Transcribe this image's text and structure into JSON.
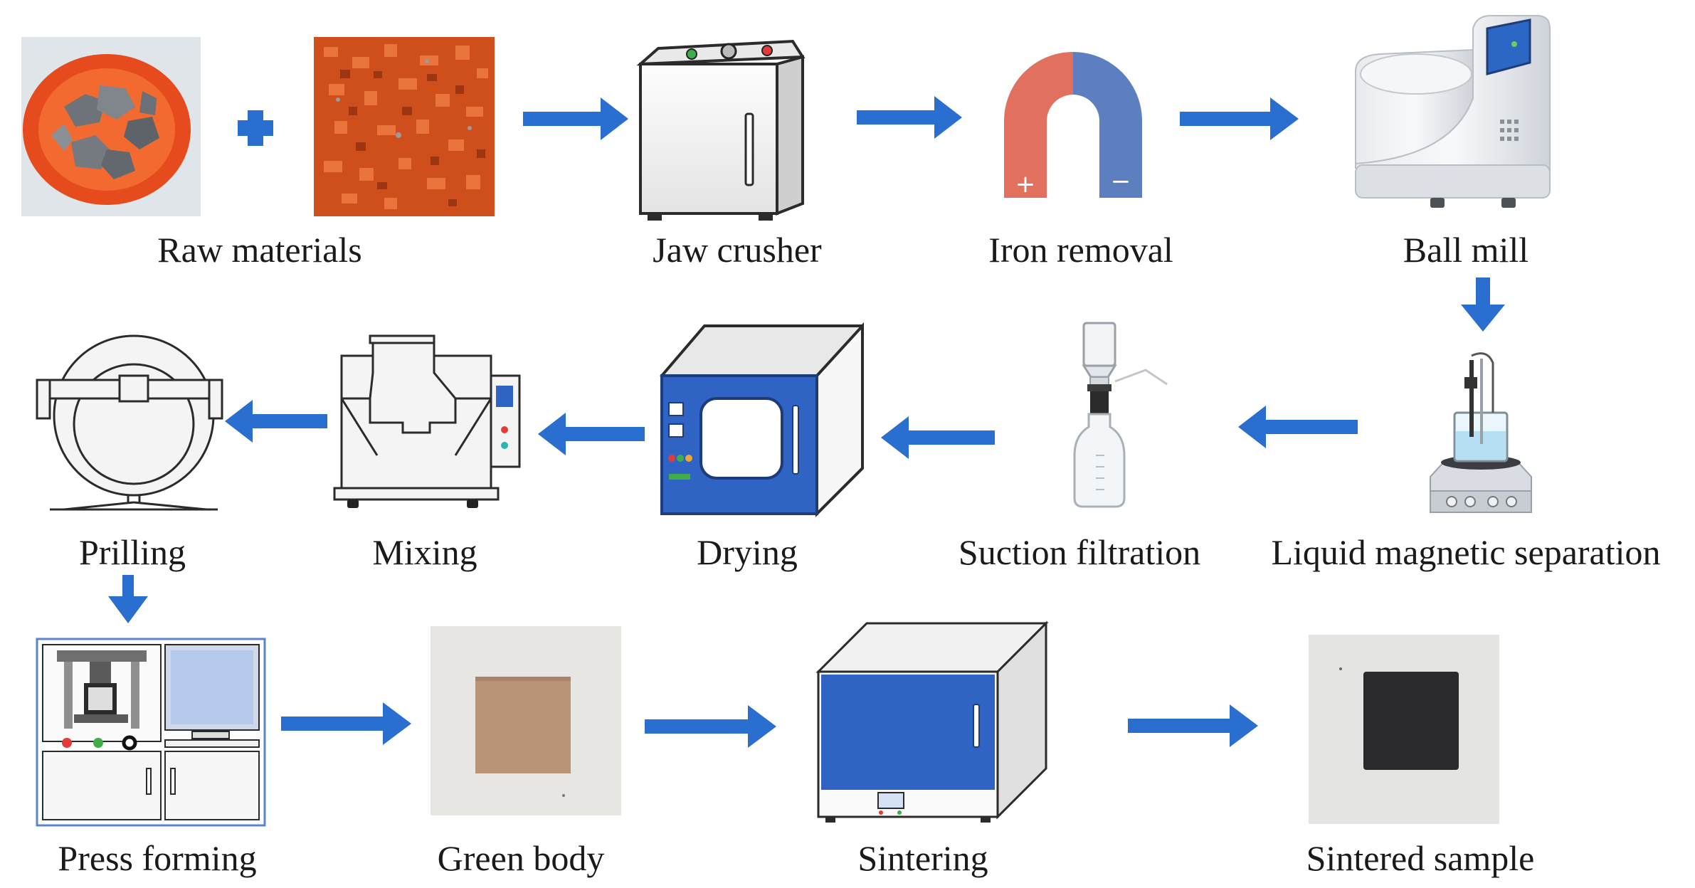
{
  "steps": {
    "raw_materials": "Raw materials",
    "jaw_crusher": "Jaw crusher",
    "iron_removal": "Iron removal",
    "ball_mill": "Ball mill",
    "liquid_magnetic_separation": "Liquid magnetic separation",
    "suction_filtration": "Suction filtration",
    "drying": "Drying",
    "mixing": "Mixing",
    "prilling": "Prilling",
    "press_forming": "Press forming",
    "green_body": "Green body",
    "sintering": "Sintering",
    "sintered_sample": "Sintered sample"
  },
  "magnet_poles": {
    "positive": "+",
    "negative": "−"
  },
  "colors": {
    "arrow": "#2a6fcf",
    "equipment_blue": "#2f64c4",
    "magnet_red": "#e2705f",
    "magnet_blue": "#5d7fc0",
    "raw_orange": "#d9561f"
  }
}
